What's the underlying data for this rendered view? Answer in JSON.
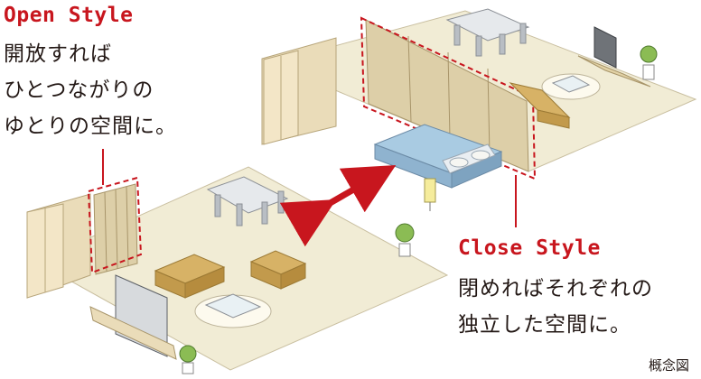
{
  "open_style": {
    "title": "Open Style",
    "lines": [
      "開放すれば",
      "ひとつながりの",
      "ゆとりの空間に。"
    ]
  },
  "close_style": {
    "title": "Close Style",
    "lines": [
      "閉めればそれぞれの",
      "独立した空間に。"
    ]
  },
  "footnote": "概念図",
  "colors": {
    "accent_red": "#c8161e",
    "floor": "#f1ecd5",
    "wall": "#eadcb9",
    "sofa": "#d7b266",
    "bed": "#a9cbe2",
    "text": "#231815"
  }
}
